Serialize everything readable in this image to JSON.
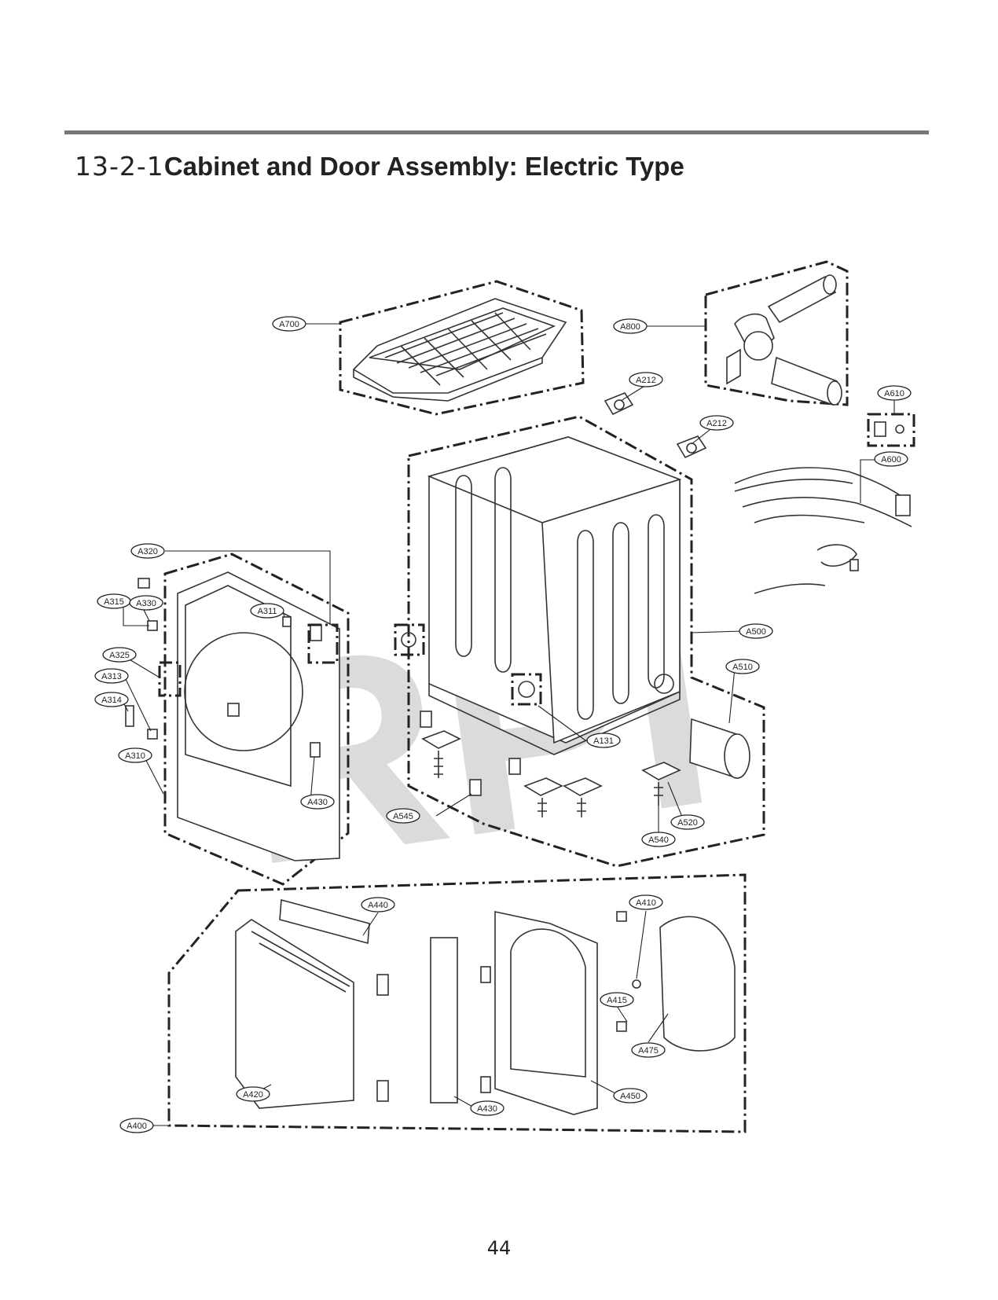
{
  "header": {
    "section_number": "13-2-1",
    "title": "Cabinet and Door Assembly: Electric Type"
  },
  "watermark": "RPI",
  "callouts": {
    "a700": "A700",
    "a800": "A800",
    "a212_top": "A212",
    "a212_mid": "A212",
    "a610": "A610",
    "a600": "A600",
    "a320": "A320",
    "a315": "A315",
    "a330": "A330",
    "a311": "A311",
    "a325": "A325",
    "a313": "A313",
    "a314": "A314",
    "a310": "A310",
    "a430_left": "A430",
    "a500": "A500",
    "a510": "A510",
    "a131": "A131",
    "a545": "A545",
    "a520": "A520",
    "a540": "A540",
    "a440": "A440",
    "a410": "A410",
    "a415": "A415",
    "a475": "A475",
    "a420": "A420",
    "a430_bottom": "A430",
    "a450": "A450",
    "a400": "A400"
  },
  "footer": {
    "page_number": "44"
  }
}
